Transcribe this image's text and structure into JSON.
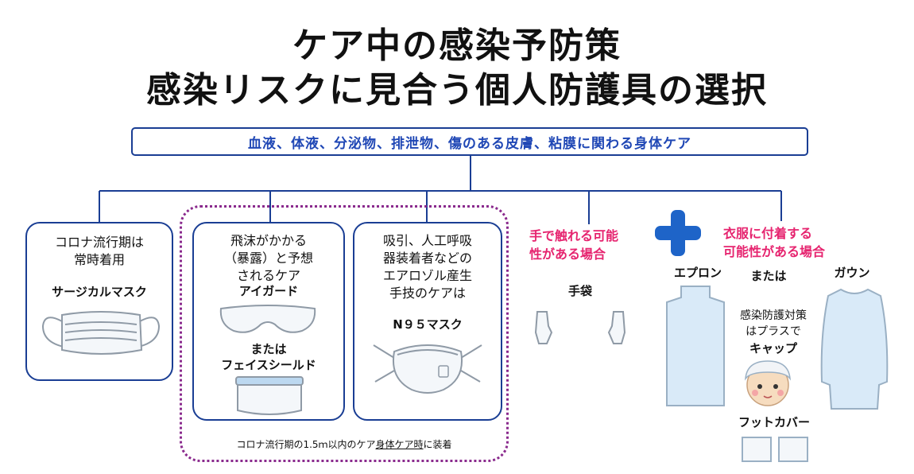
{
  "title": {
    "line1": "ケア中の感染予防策",
    "line2": "感染リスクに見合う個人防護具の選択"
  },
  "banner": "血液、体液、分泌物、排泄物、傷のある皮膚、粘膜に関わる身体ケア",
  "mask_box": {
    "desc": "コロナ流行期は\n常時着用",
    "item": "サージカルマスク"
  },
  "eye_box": {
    "desc": "飛沫がかかる\n（暴露）と予想\nされるケア",
    "item1": "アイガード",
    "or": "または",
    "item2": "フェイスシールド"
  },
  "n95_box": {
    "desc": "吸引、人工呼吸\n器装着者などの\nエアロゾル産生\n手技のケアは",
    "item": "N９５マスク"
  },
  "dotted_note": {
    "before": "コロナ流行期の1.5ｍ以内のケア",
    "underlined": "身体ケア時",
    "after": "に装着"
  },
  "gloves": {
    "condition": "手で触れる可能\n性がある場合",
    "item": "手袋"
  },
  "clothing": {
    "condition": "衣服に付着する\n可能性がある場合",
    "apron": "エプロン",
    "or": "または",
    "gown": "ガウン",
    "extra_note": "感染防護対策\nはプラスで",
    "cap": "キャップ",
    "foot_cover": "フットカバー"
  },
  "colors": {
    "navy": "#1a3e94",
    "banner_text": "#1f47b5",
    "pink": "#e6246f",
    "purple_dots": "#8a2a8d",
    "plus_blue": "#1e64c8",
    "ppe_fill": "#d9eaf8",
    "ppe_stroke": "#9ab0c4"
  },
  "icons": [
    "surgical-mask-icon",
    "eye-guard-icon",
    "face-shield-icon",
    "n95-mask-icon",
    "glove-icon",
    "plus-icon",
    "apron-icon",
    "gown-icon",
    "cap-person-icon",
    "foot-cover-icon"
  ]
}
